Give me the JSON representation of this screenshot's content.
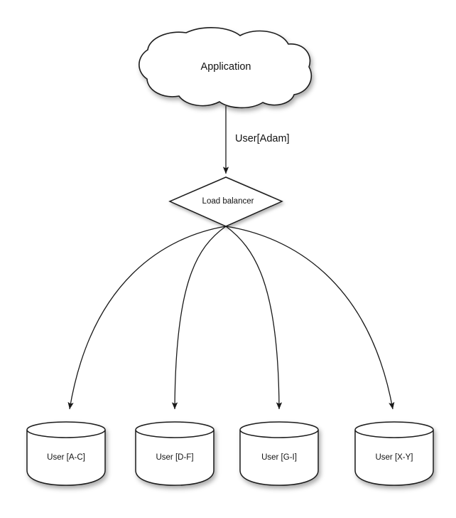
{
  "diagram": {
    "title_text": "Application",
    "background_color": "#ffffff",
    "stroke_color": "#1a1a1a",
    "text_color": "#111111",
    "nodes": {
      "cloud": {
        "label": "Application",
        "shape": "cloud"
      },
      "load_balancer": {
        "label": "Load balancer",
        "shape": "diamond"
      },
      "databases": [
        {
          "label": "User [A-C]",
          "shape": "cylinder"
        },
        {
          "label": "User [D-F]",
          "shape": "cylinder"
        },
        {
          "label": "User [G-I]",
          "shape": "cylinder"
        },
        {
          "label": "User [X-Y]",
          "shape": "cylinder"
        }
      ]
    },
    "edges": [
      {
        "from": "cloud",
        "to": "load_balancer",
        "label": "User[Adam]",
        "style": "straight-arrow"
      },
      {
        "from": "load_balancer",
        "to": "db-0",
        "label": "",
        "style": "curved-arrow"
      },
      {
        "from": "load_balancer",
        "to": "db-1",
        "label": "",
        "style": "curved-arrow"
      },
      {
        "from": "load_balancer",
        "to": "db-2",
        "label": "",
        "style": "curved-arrow"
      },
      {
        "from": "load_balancer",
        "to": "db-3",
        "label": "",
        "style": "curved-arrow"
      }
    ]
  }
}
